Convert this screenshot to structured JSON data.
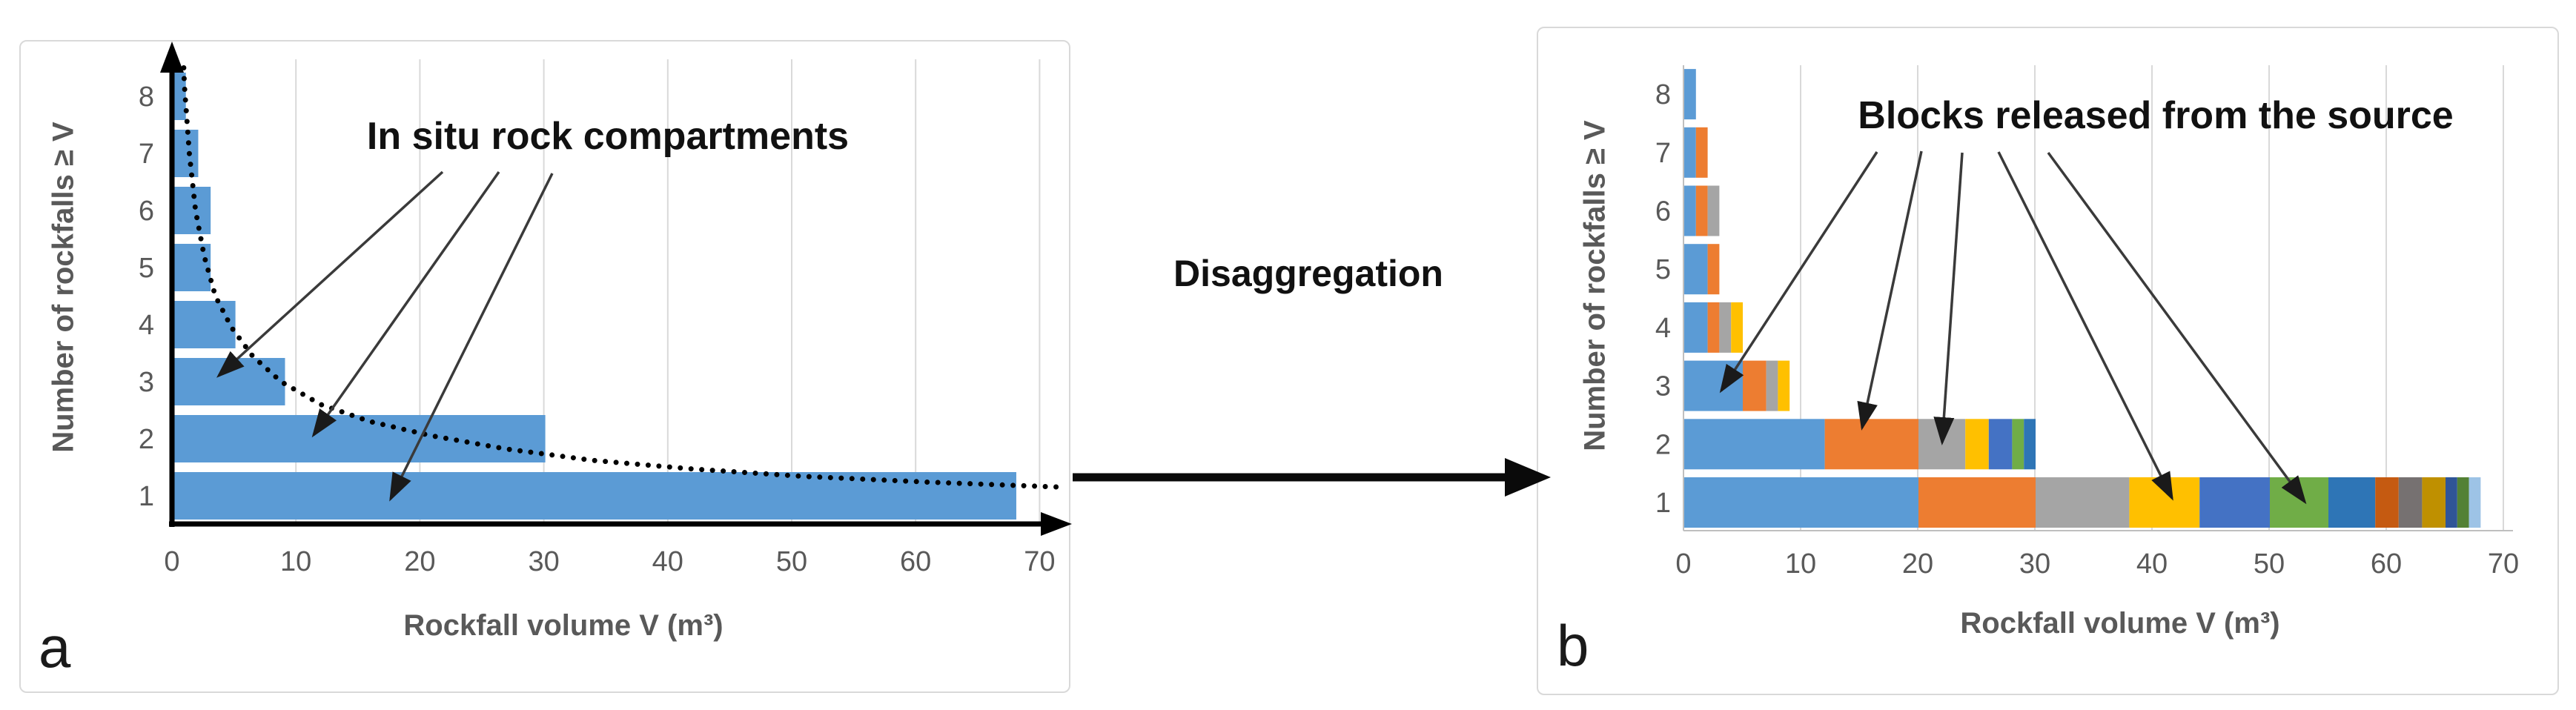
{
  "figure": {
    "panel_a_label": "a",
    "panel_b_label": "b",
    "transition_label": "Disaggregation"
  },
  "style": {
    "gridline_color": "#D9D9D9",
    "axis_color_a": "#000000",
    "axis_color_b": "#BFBFBF",
    "tick_text_color": "#595959",
    "annotation_arrow_color": "#3A3A3A",
    "dotted_curve_color": "#000000"
  },
  "chart_data": [
    {
      "id": "a",
      "type": "bar",
      "orientation": "horizontal",
      "annotation": "In situ rock compartments",
      "xlabel": "Rockfall volume V (m³)",
      "ylabel": "Number of rockfalls ≥ V",
      "categories": [
        1,
        2,
        3,
        4,
        5,
        6,
        7,
        8
      ],
      "values": [
        68,
        30,
        9,
        5,
        3,
        3,
        2,
        1
      ],
      "bar_color": "#5B9BD5",
      "xlim": [
        0,
        70
      ],
      "xticks": [
        0,
        10,
        20,
        30,
        40,
        50,
        60,
        70
      ],
      "grid": "vertical",
      "dotted_curve_points": [
        [
          0.95,
          8.5
        ],
        [
          1.0,
          8.2
        ],
        [
          1.4,
          7.0
        ],
        [
          1.9,
          6.0
        ],
        [
          2.6,
          5.2
        ],
        [
          3.5,
          4.5
        ],
        [
          4.8,
          3.95
        ],
        [
          6.5,
          3.45
        ],
        [
          8.8,
          3.0
        ],
        [
          12,
          2.6
        ],
        [
          16,
          2.3
        ],
        [
          21,
          2.05
        ],
        [
          27,
          1.82
        ],
        [
          34,
          1.62
        ],
        [
          42,
          1.47
        ],
        [
          51,
          1.34
        ],
        [
          61,
          1.24
        ],
        [
          72,
          1.15
        ]
      ]
    },
    {
      "id": "b",
      "type": "stacked-bar",
      "orientation": "horizontal",
      "annotation": "Blocks released from the source",
      "xlabel": "Rockfall volume V (m³)",
      "ylabel": "Number of rockfalls ≥ V",
      "categories": [
        1,
        2,
        3,
        4,
        5,
        6,
        7,
        8
      ],
      "series_palette": [
        "#5B9BD5",
        "#ED7D31",
        "#A5A5A5",
        "#FFC000",
        "#4472C4",
        "#70AD47",
        "#2E75B6",
        "#C55A11",
        "#767171",
        "#BF9000",
        "#2F5597",
        "#538135",
        "#9DC3E6"
      ],
      "stacks": [
        [
          20,
          10,
          8,
          6,
          6,
          5,
          4,
          2,
          2,
          2,
          1,
          1,
          1
        ],
        [
          12,
          8,
          4,
          2,
          2,
          1,
          1
        ],
        [
          5,
          2,
          1,
          1
        ],
        [
          2,
          1,
          1,
          1
        ],
        [
          2,
          1
        ],
        [
          1,
          1,
          1
        ],
        [
          1,
          1
        ],
        [
          1
        ]
      ],
      "xlim": [
        0,
        70
      ],
      "xticks": [
        0,
        10,
        20,
        30,
        40,
        50,
        60,
        70
      ],
      "grid": "vertical"
    }
  ]
}
